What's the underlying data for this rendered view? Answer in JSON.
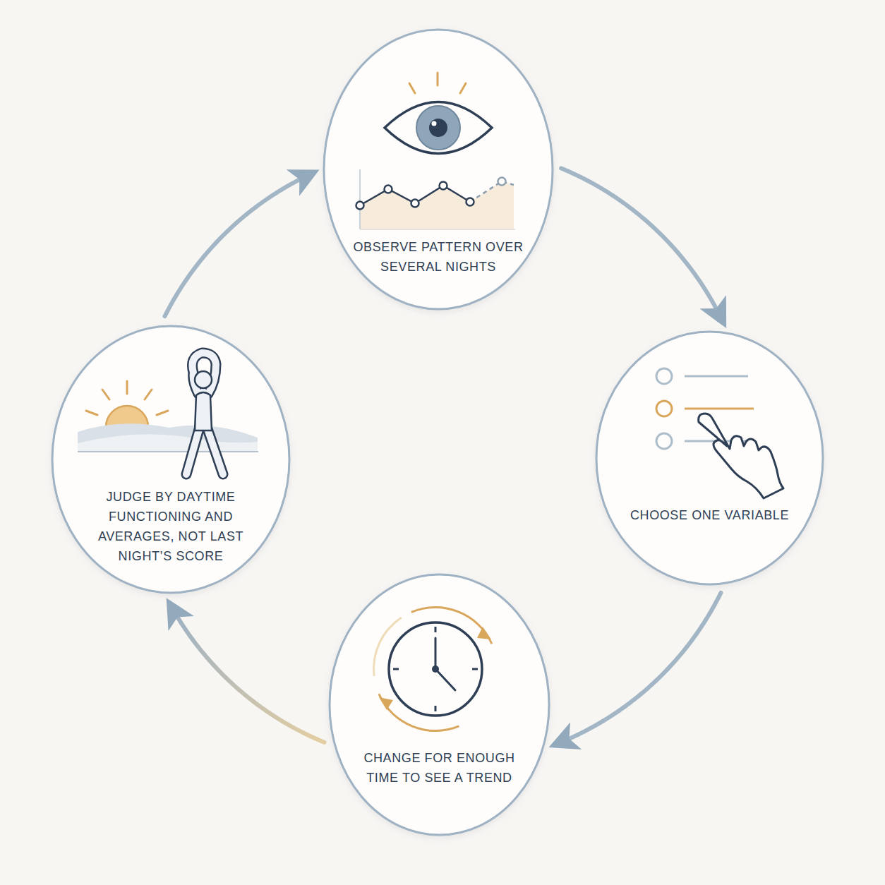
{
  "diagram": {
    "nodes": [
      {
        "text": [
          "OBSERVE PATTERN OVER SEVERAL NIGHTS"
        ]
      },
      {
        "text": [
          "CHOOSE ONE VARIABLE"
        ]
      },
      {
        "text": [
          "CHANGE FOR ENOUGH TIME TO SEE A TREND"
        ]
      },
      {
        "text": [
          "JUDGE BY DAYTIME FUNCTIONING AND AVERAGES, NOT LAST NIGHT’S SCORE"
        ]
      }
    ],
    "edges": [
      {
        "from": 0,
        "to": 1,
        "arrow": "to"
      },
      {
        "from": 1,
        "to": 2,
        "arrow": "to"
      },
      {
        "from": 2,
        "to": 3,
        "arrow": "to"
      },
      {
        "from": 3,
        "to": 0,
        "arrow": "to"
      }
    ]
  }
}
